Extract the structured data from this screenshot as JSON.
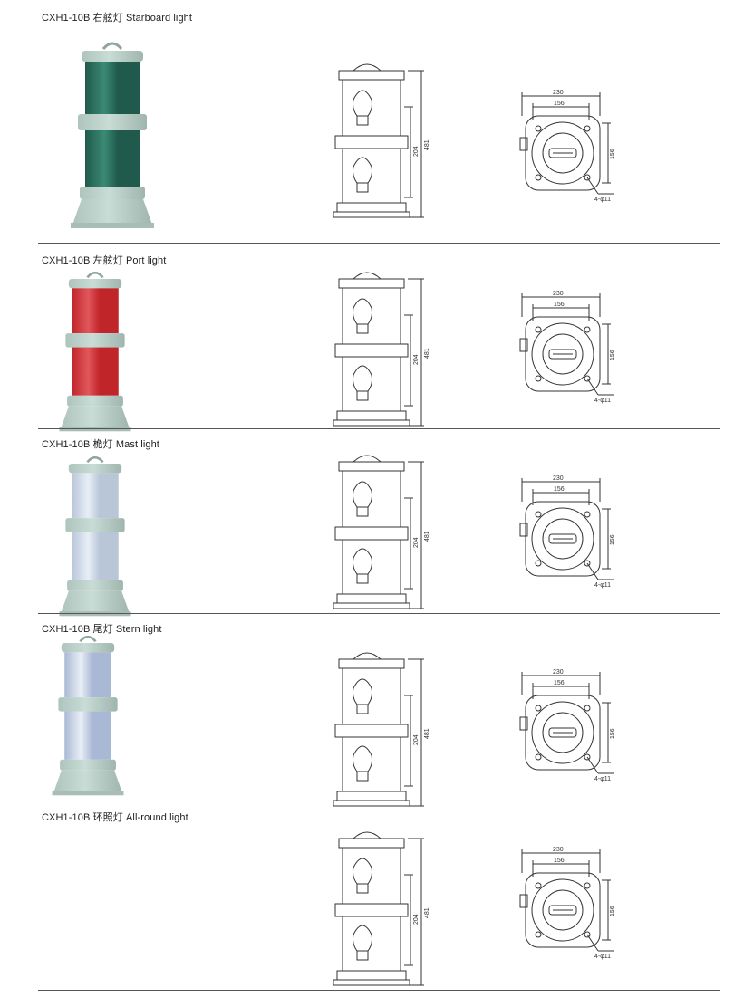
{
  "sections": [
    {
      "title": "CXH1-10B 右舷灯 Starboard light",
      "lens_color": "green",
      "dims": {
        "height": "481",
        "lens": "204",
        "width": "230",
        "bolt": "156",
        "side": "156",
        "hole": "4-φ11"
      }
    },
    {
      "title": "CXH1-10B 左舷灯 Port light",
      "lens_color": "red",
      "dims": {
        "height": "481",
        "lens": "204",
        "width": "230",
        "bolt": "156",
        "side": "156",
        "hole": "4-φ11"
      }
    },
    {
      "title": "CXH1-10B 桅灯 Mast light",
      "lens_color": "clear",
      "dims": {
        "height": "481",
        "lens": "204",
        "width": "230",
        "bolt": "156",
        "side": "156",
        "hole": "4-φ11"
      }
    },
    {
      "title": "CXH1-10B 尾灯 Stern light",
      "lens_color": "clear-blue",
      "dims": {
        "height": "481",
        "lens": "204",
        "width": "230",
        "bolt": "156",
        "side": "156",
        "hole": "4-φ11"
      }
    },
    {
      "title": "CXH1-10B 环照灯 All-round light",
      "lens_color": "none",
      "dims": {
        "height": "481",
        "lens": "204",
        "width": "230",
        "bolt": "156",
        "side": "156",
        "hole": "4-φ11"
      }
    }
  ],
  "colors": {
    "housing": "#c9dcd6",
    "green_lens": "#1f5a4c",
    "red_lens": "#c0252a",
    "clear_lens": "#b9c6d8",
    "line": "#333333"
  }
}
